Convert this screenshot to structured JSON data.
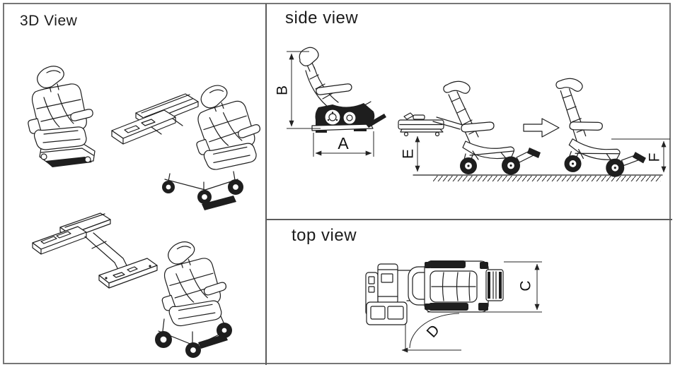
{
  "sheet": {
    "background": "#ffffff",
    "border_color": "#767676",
    "line_color": "#1e1e1e"
  },
  "panels": {
    "three_d": {
      "title": "3D View"
    },
    "side": {
      "title": "side view"
    },
    "top": {
      "title": "top view"
    }
  },
  "dimension_labels": {
    "a": "A",
    "b": "B",
    "c": "C",
    "d": "D",
    "e": "E",
    "f": "F"
  }
}
